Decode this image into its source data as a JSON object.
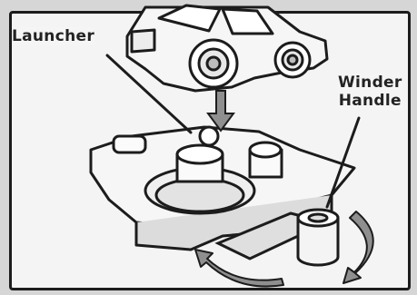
{
  "labels": {
    "launcher": "Launcher",
    "winder_line1": "Winder",
    "winder_line2": "Handle"
  },
  "colors": {
    "background": "#d6d6d6",
    "panel": "#f4f4f4",
    "outline": "#1c1c1c",
    "arrow_fill": "#8f8f8f",
    "shade": "#b9b9b9"
  },
  "icons": [
    "car-icon",
    "launcher-icon",
    "winder-handle-icon",
    "rotation-arrow-icon",
    "down-arrow-icon"
  ]
}
